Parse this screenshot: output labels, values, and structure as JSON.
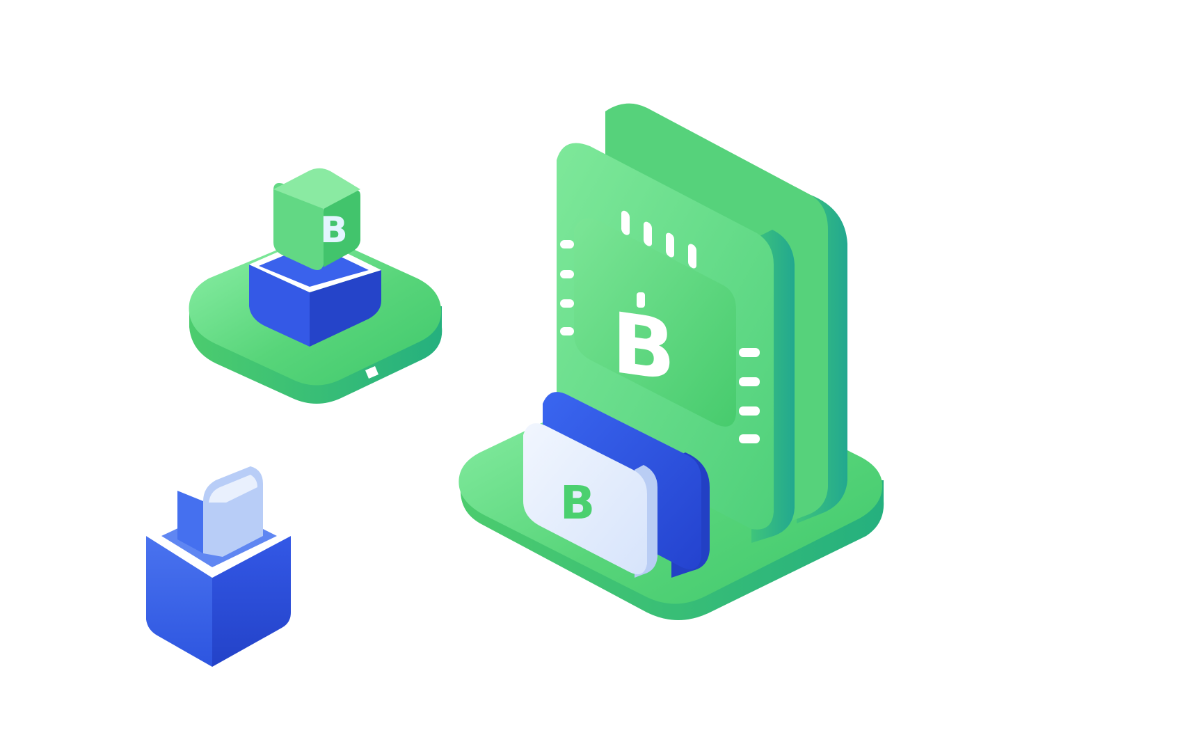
{
  "scene": {
    "background": "#ffffff",
    "colors": {
      "green_light": "#7fe79a",
      "green_mid": "#52d173",
      "green_dark": "#2bb872",
      "teal_side": "#27b38a",
      "blue": "#2f5ae8",
      "blue_dark": "#2545c8",
      "blue_light": "#5d85ef",
      "pale_blue": "#e6eefb",
      "white": "#ffffff"
    },
    "icons": [
      "crypto-chip-stand-icon",
      "small-block-platform-icon",
      "blue-cube-icon"
    ],
    "glyphs": {
      "chip_symbol": "B",
      "card_symbol": "B",
      "small_cube_symbol": "B"
    }
  }
}
